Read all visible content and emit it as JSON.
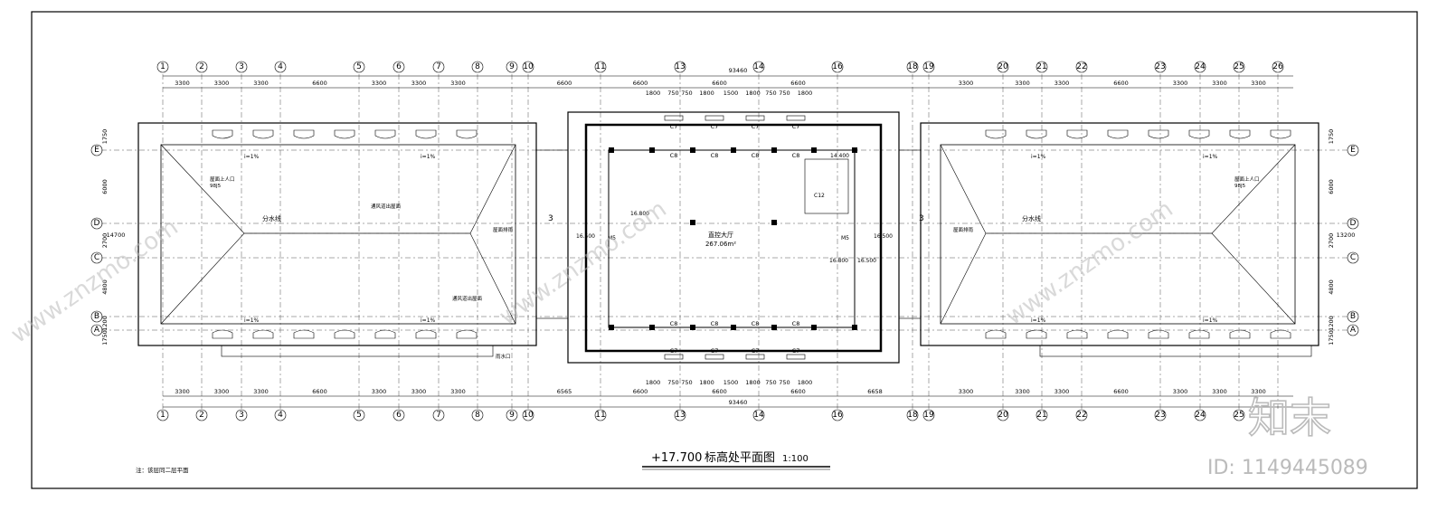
{
  "title": {
    "elevation": "+17.700",
    "name": "标高处平面图",
    "scale": "1:100"
  },
  "note": "注：该层同二层平面",
  "overall_dimension": "93460",
  "grid_top": [
    "1",
    "2",
    "3",
    "4",
    "5",
    "6",
    "7",
    "8",
    "9",
    "10",
    "11",
    "13",
    "14",
    "16",
    "18",
    "19",
    "20",
    "21",
    "22",
    "23",
    "24",
    "25",
    "26"
  ],
  "grid_bottom": [
    "1",
    "2",
    "3",
    "4",
    "5",
    "6",
    "7",
    "8",
    "9",
    "10",
    "11",
    "13",
    "14",
    "16",
    "18",
    "19",
    "20",
    "21",
    "22",
    "23",
    "24",
    "25"
  ],
  "grid_rows": [
    "E",
    "D",
    "C",
    "B",
    "A"
  ],
  "dims_top_left": [
    "3300",
    "3300",
    "3300",
    "6600",
    "3300",
    "3300",
    "3300"
  ],
  "dims_top_right": [
    "3300",
    "3300",
    "3300",
    "6600",
    "3300",
    "3300",
    "3300"
  ],
  "dims_top_center": [
    "6600",
    "6600",
    "6600",
    "6600"
  ],
  "dims_bottom_center": [
    "6565",
    "6600",
    "6600",
    "6600",
    "6658"
  ],
  "dims_window_row": [
    "1800",
    "750",
    "750",
    "1800",
    "1500",
    "1800",
    "750",
    "750",
    "1800"
  ],
  "dims_side": [
    "1750",
    "6000",
    "2700",
    "4800",
    "1200",
    "1750"
  ],
  "dims_side_total": "14700",
  "dims_side_total_right": "13200",
  "room": {
    "name": "直控大厅",
    "area": "267.06m²"
  },
  "labels": {
    "divider": "分水线",
    "slope": "i=1%",
    "window_c7": "C7",
    "window_c8": "C8",
    "window_c12": "C12",
    "door_m5": "M5",
    "level_16800": "16.800",
    "level_16500": "16.500",
    "level_14400": "14.400",
    "section_mark": "3",
    "roof_hatch": "屋面上人口",
    "roof_hatch_ref": "98J5",
    "vent_cap": "通风道出屋面",
    "drain": "屋面排雨",
    "drain_outlet": "雨水口"
  },
  "watermark": {
    "brand": "知末",
    "id": "ID: 1149445089",
    "site": "www.znzmo.com"
  },
  "colors": {
    "line": "#000000",
    "dash": "#555555",
    "watermark": "#bbbbbb"
  }
}
